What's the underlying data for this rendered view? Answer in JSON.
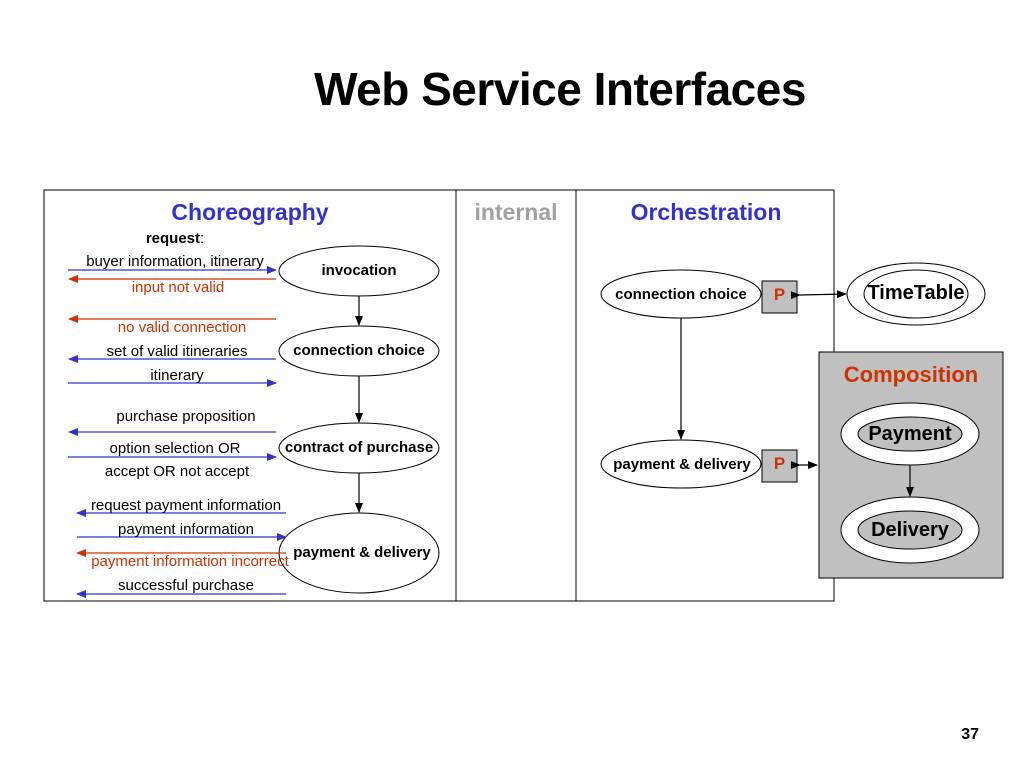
{
  "slide": {
    "title": "Web Service Interfaces",
    "page_number": "37"
  },
  "columns": {
    "choreography": "Choreography",
    "internal": "internal",
    "orchestration": "Orchestration"
  },
  "choreography": {
    "nodes": {
      "invocation": "invocation",
      "connection_choice": "connection choice",
      "contract_of_purchase": "contract of purchase",
      "payment_delivery": "payment & delivery"
    },
    "messages": {
      "request_bold": "request",
      "request_colon": ":",
      "buyer_info": "buyer information, itinerary",
      "input_not_valid": "input not valid",
      "no_valid_connection": "no valid connection",
      "set_of_itineraries": "set of valid itineraries",
      "itinerary": "itinerary",
      "purchase_proposition": "purchase proposition",
      "option_selection": "option selection OR",
      "accept": "accept OR not accept",
      "request_payment_info": "request payment information",
      "payment_info": "payment information",
      "payment_info_incorrect": "payment information incorrect",
      "successful_purchase": "successful purchase"
    }
  },
  "orchestration": {
    "nodes": {
      "connection_choice": "connection choice",
      "payment_delivery": "payment & delivery"
    },
    "p_label": "P"
  },
  "external": {
    "timetable": "TimeTable",
    "composition": {
      "title": "Composition",
      "payment": "Payment",
      "delivery": "Delivery"
    }
  },
  "colors": {
    "header_blue": "#3333cc",
    "error_red": "#cc3300",
    "composition_bg": "#c0c0c0",
    "p_box_bg": "#c0c0c0"
  }
}
